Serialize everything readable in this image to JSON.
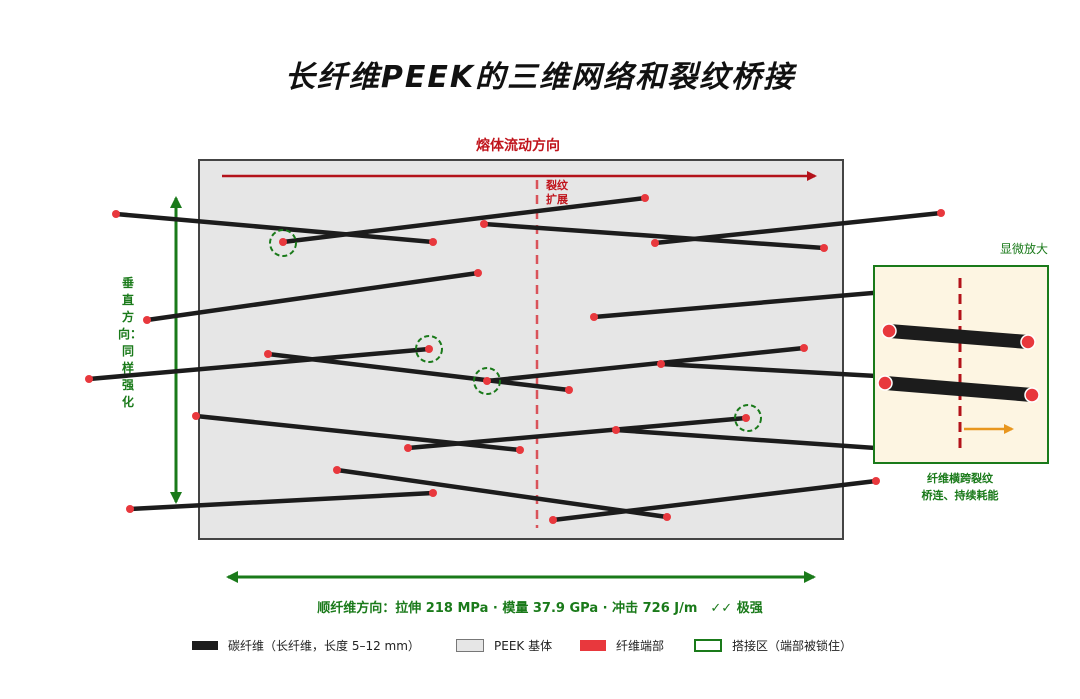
{
  "title": "长纤维PEEK的三维网络和裂纹桥接",
  "labels": {
    "melt_flow": "熔体流动方向",
    "crack_growth_line1": "裂纹",
    "crack_growth_line2": "扩展",
    "vertical": "垂直方向：同样强化",
    "along_fiber": "顺纤维方向：拉伸 218 MPa · 模量 37.9 GPa · 冲击 726 J/m　✓✓ 极强",
    "zoom": "显微放大",
    "zoom_caption_line1": "纤维横跨裂纹",
    "zoom_caption_line2": "桥连、持续耗能"
  },
  "legend": [
    {
      "key": "fiber",
      "label": "碳纤维（长纤维，长度 5–12 mm）"
    },
    {
      "key": "peek",
      "label": "PEEK 基体"
    },
    {
      "key": "end",
      "label": "纤维端部"
    },
    {
      "key": "bridge",
      "label": "搭接区（端部被锁住）"
    }
  ],
  "colors": {
    "matrix": "#e6e6e6",
    "fiber": "#1c1c1c",
    "fiber_end": "#e8383d",
    "flow_arrow": "#b3121a",
    "crack": "#d9535a",
    "green": "#1a7a1a",
    "zoom_bg": "#fdf5e2",
    "zoom_arrow": "#e8961e"
  }
}
